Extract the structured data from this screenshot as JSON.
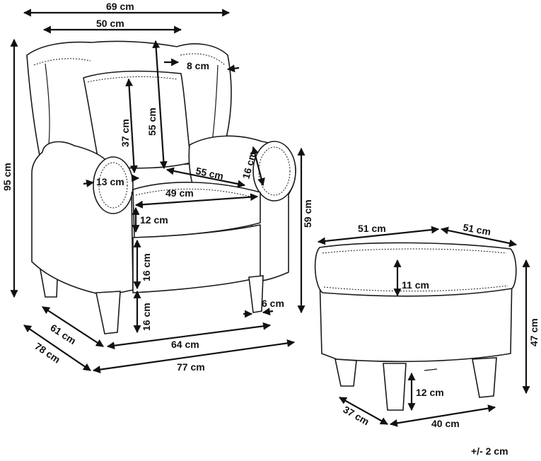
{
  "armchair": {
    "width_top": "69 cm",
    "back_inner_width": "50 cm",
    "wing_depth": "8 cm",
    "total_height": "95 cm",
    "pillow_height": "37 cm",
    "backrest_height": "55 cm",
    "armrest_thickness": "16 cm",
    "armrest_width": "13 cm",
    "seat_depth": "55 cm",
    "seat_width": "49 cm",
    "seat_cushion_height": "12 cm",
    "arm_height": "59 cm",
    "base_front_height": "16 cm",
    "leg_height": "16 cm",
    "leg_size": "6 cm",
    "leg_depth": "61 cm",
    "leg_width": "64 cm",
    "total_depth": "78 cm",
    "total_width": "77 cm"
  },
  "ottoman": {
    "top_width": "51 cm",
    "top_depth": "51 cm",
    "cushion_height": "11 cm",
    "total_height": "47 cm",
    "leg_height": "12 cm",
    "leg_depth": "37 cm",
    "leg_width": "40 cm"
  },
  "tolerance": "+/- 2 cm",
  "colors": {
    "ink": "#111111",
    "fill": "#ffffff"
  },
  "arrow_style": "arrow-heads"
}
